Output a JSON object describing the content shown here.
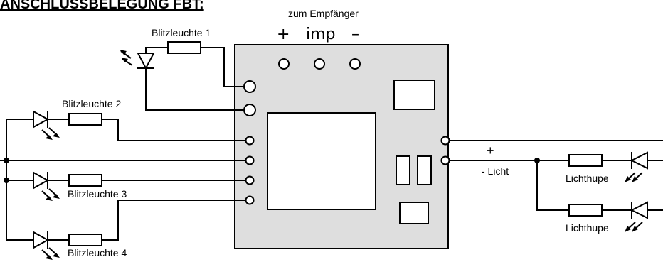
{
  "title": "ANSCHLUSSBELEGUNG FBT:",
  "receiver": {
    "label": "zum Empfänger",
    "pins": [
      "+",
      "imp",
      "–"
    ]
  },
  "lights": {
    "blitz1": "Blitzleuchte 1",
    "blitz2": "Blitzleuchte 2",
    "blitz3": "Blitzleuchte 3",
    "blitz4": "Blitzleuchte 4",
    "lichthupe_a": "Lichthupe",
    "lichthupe_b": "Lichthupe"
  },
  "output": {
    "plus": "+",
    "licht": "- Licht"
  }
}
